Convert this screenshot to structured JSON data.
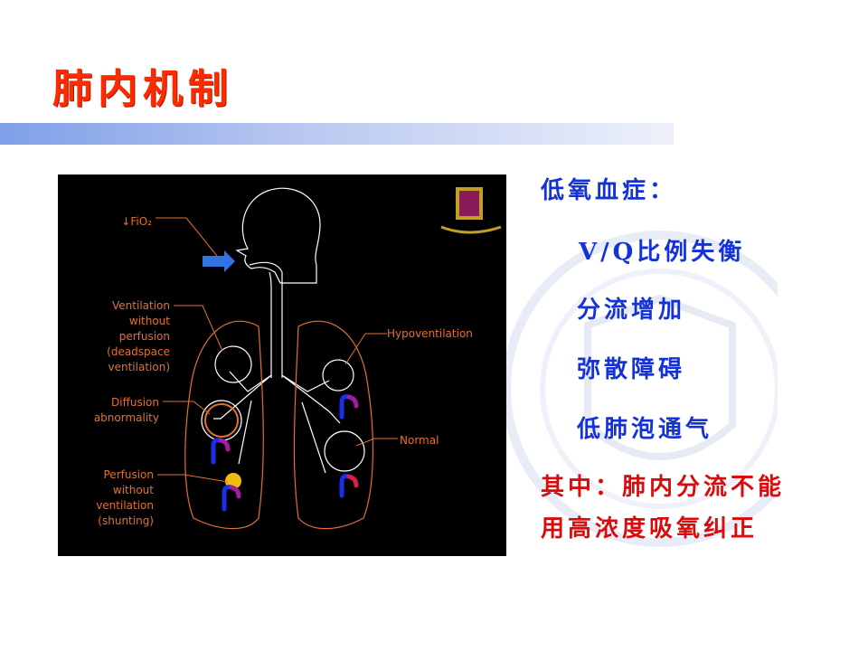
{
  "slide": {
    "title": "肺内机制"
  },
  "figure": {
    "labels": {
      "fio2": "↓FiO₂",
      "vwp1": "Ventilation",
      "vwp2": "without",
      "vwp3": "perfusion",
      "vwp4": "(deadspace",
      "vwp5": "ventilation)",
      "diff1": "Diffusion",
      "diff2": "abnormality",
      "perf1": "Perfusion",
      "perf2": "without",
      "perf3": "ventilation",
      "perf4": "(shunting)",
      "hypo": "Hypoventilation",
      "normal": "Normal"
    }
  },
  "content": {
    "heading": "低氧血症：",
    "items": [
      "V/Q比例失衡",
      "分流增加",
      "弥散障碍",
      "低肺泡通气"
    ],
    "note_line1": "其中：肺内分流不能",
    "note_line2": "用高浓度吸氧纠正"
  },
  "colors": {
    "title": "#ff2a00",
    "bullet_text": "#1432d8",
    "note_text": "#d80c0c",
    "figure_bg": "#000000",
    "figure_label": "#e4702e"
  }
}
